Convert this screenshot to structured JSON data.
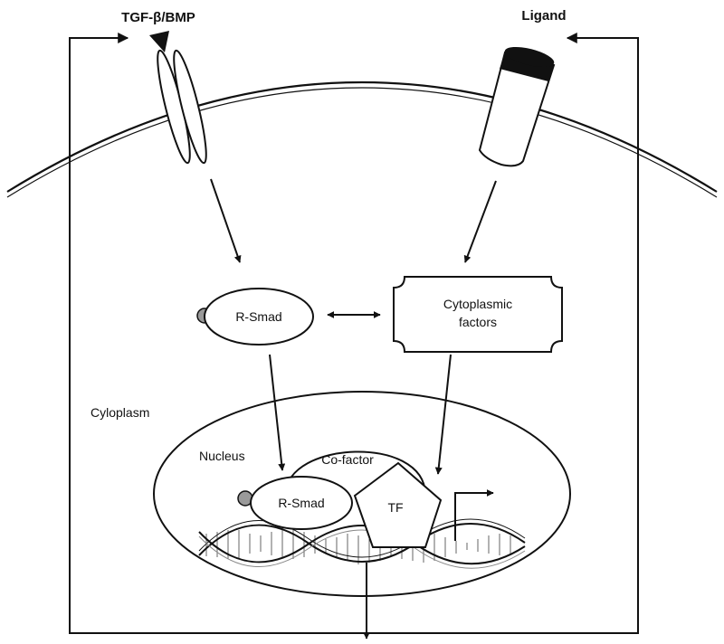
{
  "labels": {
    "tgf": "TGF-β/BMP",
    "ligand": "Ligand",
    "rsmad_cyto": "R-Smad",
    "cyto_factors_line1": "Cytoplasmic",
    "cyto_factors_line2": "factors",
    "cytoplasm": "Cyloplasm",
    "nucleus": "Nucleus",
    "cofactor": "Co-factor",
    "rsmad_nuc": "R-Smad",
    "tf": "TF"
  },
  "colors": {
    "stroke": "#111111",
    "phospho": "#9a9a9a",
    "background": "#ffffff"
  }
}
